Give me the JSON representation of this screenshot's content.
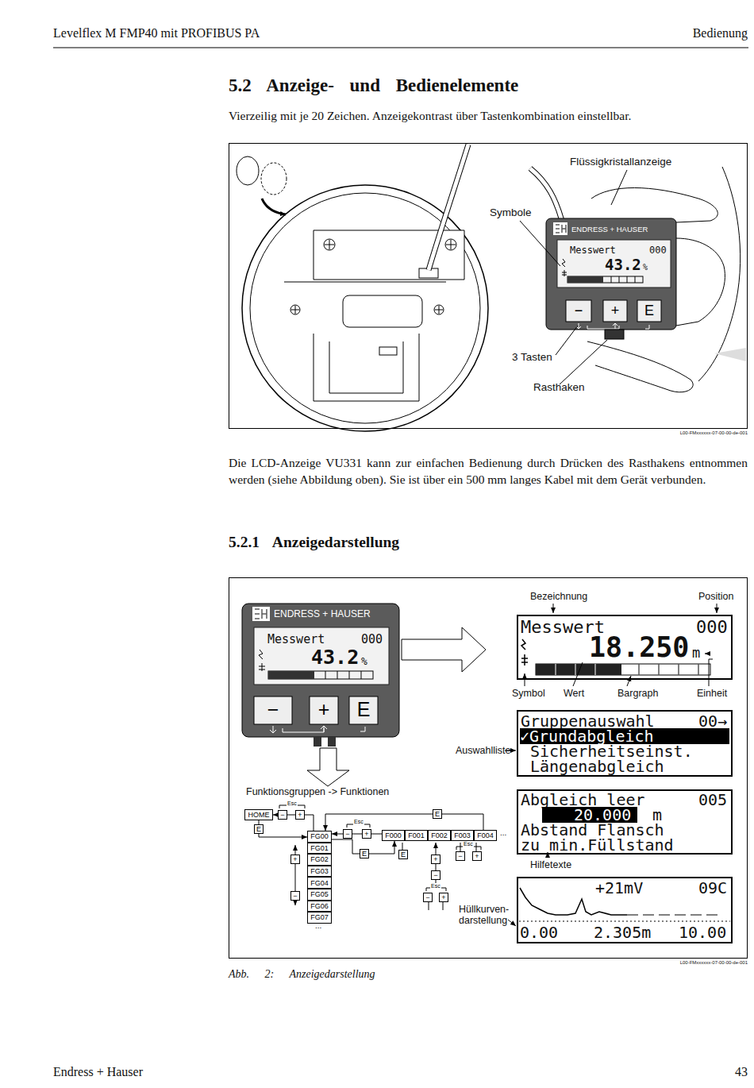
{
  "diagram": {
    "title": "5.2 Anzeige- und Bedienelemente",
    "caption": "Abb. 2: Anzeigedarstellung",
    "nodes": [
      {
        "text": [
          "HOME"
        ]
      },
      {
        "text": [
          "FG00"
        ]
      },
      {
        "text": [
          "FG01"
        ]
      },
      {
        "text": [
          "FG02"
        ]
      },
      {
        "text": [
          "FG03"
        ]
      },
      {
        "text": [
          "FG04"
        ]
      },
      {
        "text": [
          "FG05"
        ]
      },
      {
        "text": [
          "FG06"
        ]
      },
      {
        "text": [
          "FG07"
        ]
      },
      {
        "text": [
          "F000"
        ]
      },
      {
        "text": [
          "F001"
        ]
      },
      {
        "text": [
          "F002"
        ]
      },
      {
        "text": [
          "F003"
        ]
      },
      {
        "text": [
          "F004"
        ]
      }
    ],
    "edges": [
      {
        "from": 0,
        "to": 1,
        "arrow": "to"
      },
      {
        "from": 1,
        "to": 0,
        "arrow": "to"
      },
      {
        "from": 1,
        "to": 9,
        "arrow": "to"
      },
      {
        "from": 9,
        "to": 1,
        "arrow": "to"
      },
      {
        "from": 13,
        "to": 1,
        "arrow": "to"
      }
    ],
    "labels": [
      "Levelflex M FMP40 mit PROFIBUS PA",
      "Bedienung",
      "Vierzeilig mit je 20 Zeichen. Anzeigekontrast über Tastenkombination einstellbar.",
      "Flüssigkristallanzeige",
      "Symbole",
      "ENDRESS + HAUSER",
      "Messwert",
      "000",
      "43.2",
      "%",
      "−",
      "+",
      "E",
      "3 Tasten",
      "Rasthaken",
      "L00-FMxxxxxx-07-00-00-de-001",
      "Die LCD-Anzeige VU331 kann zur einfachen Bedienung durch Drücken des Rasthakens entnommen werden (siehe Abbildung oben). Sie ist über ein 500 mm langes Kabel mit dem Gerät verbunden.",
      "5.2.1 Anzeigedarstellung",
      "ENDRESS + HAUSER",
      "Messwert",
      "000",
      "43.2",
      "%",
      "−",
      "+",
      "E",
      "Bezeichnung",
      "Position",
      "Messwert",
      "000",
      "18.250",
      "m",
      "Symbol",
      "Wert",
      "Bargraph",
      "Einheit",
      "Gruppenauswahl",
      "00→",
      "✓Grundabgleich",
      "Sicherheitseinst.",
      "Längenabgleich",
      "Auswahlliste",
      "Abgleich leer",
      "005",
      "20.000",
      "m",
      "Abstand Flansch",
      "zu min.Füllstand",
      "Hilfetexte",
      "+21mV",
      "09C",
      "0.00",
      "2.305m",
      "10.00",
      "Hüllkurven- darstellung",
      "Funktionsgruppen -> Funktionen",
      "L00-FMxxxxxx-07-00-00-de-001",
      "Endress + Hauser",
      "43",
      "Esc",
      "−",
      "+",
      "E",
      "E",
      "Esc",
      "−",
      "+",
      "E",
      "E",
      "+",
      "−",
      "+",
      "−",
      "Esc",
      "−",
      "+",
      "Esc",
      "−",
      "+",
      "...",
      "..."
    ]
  }
}
